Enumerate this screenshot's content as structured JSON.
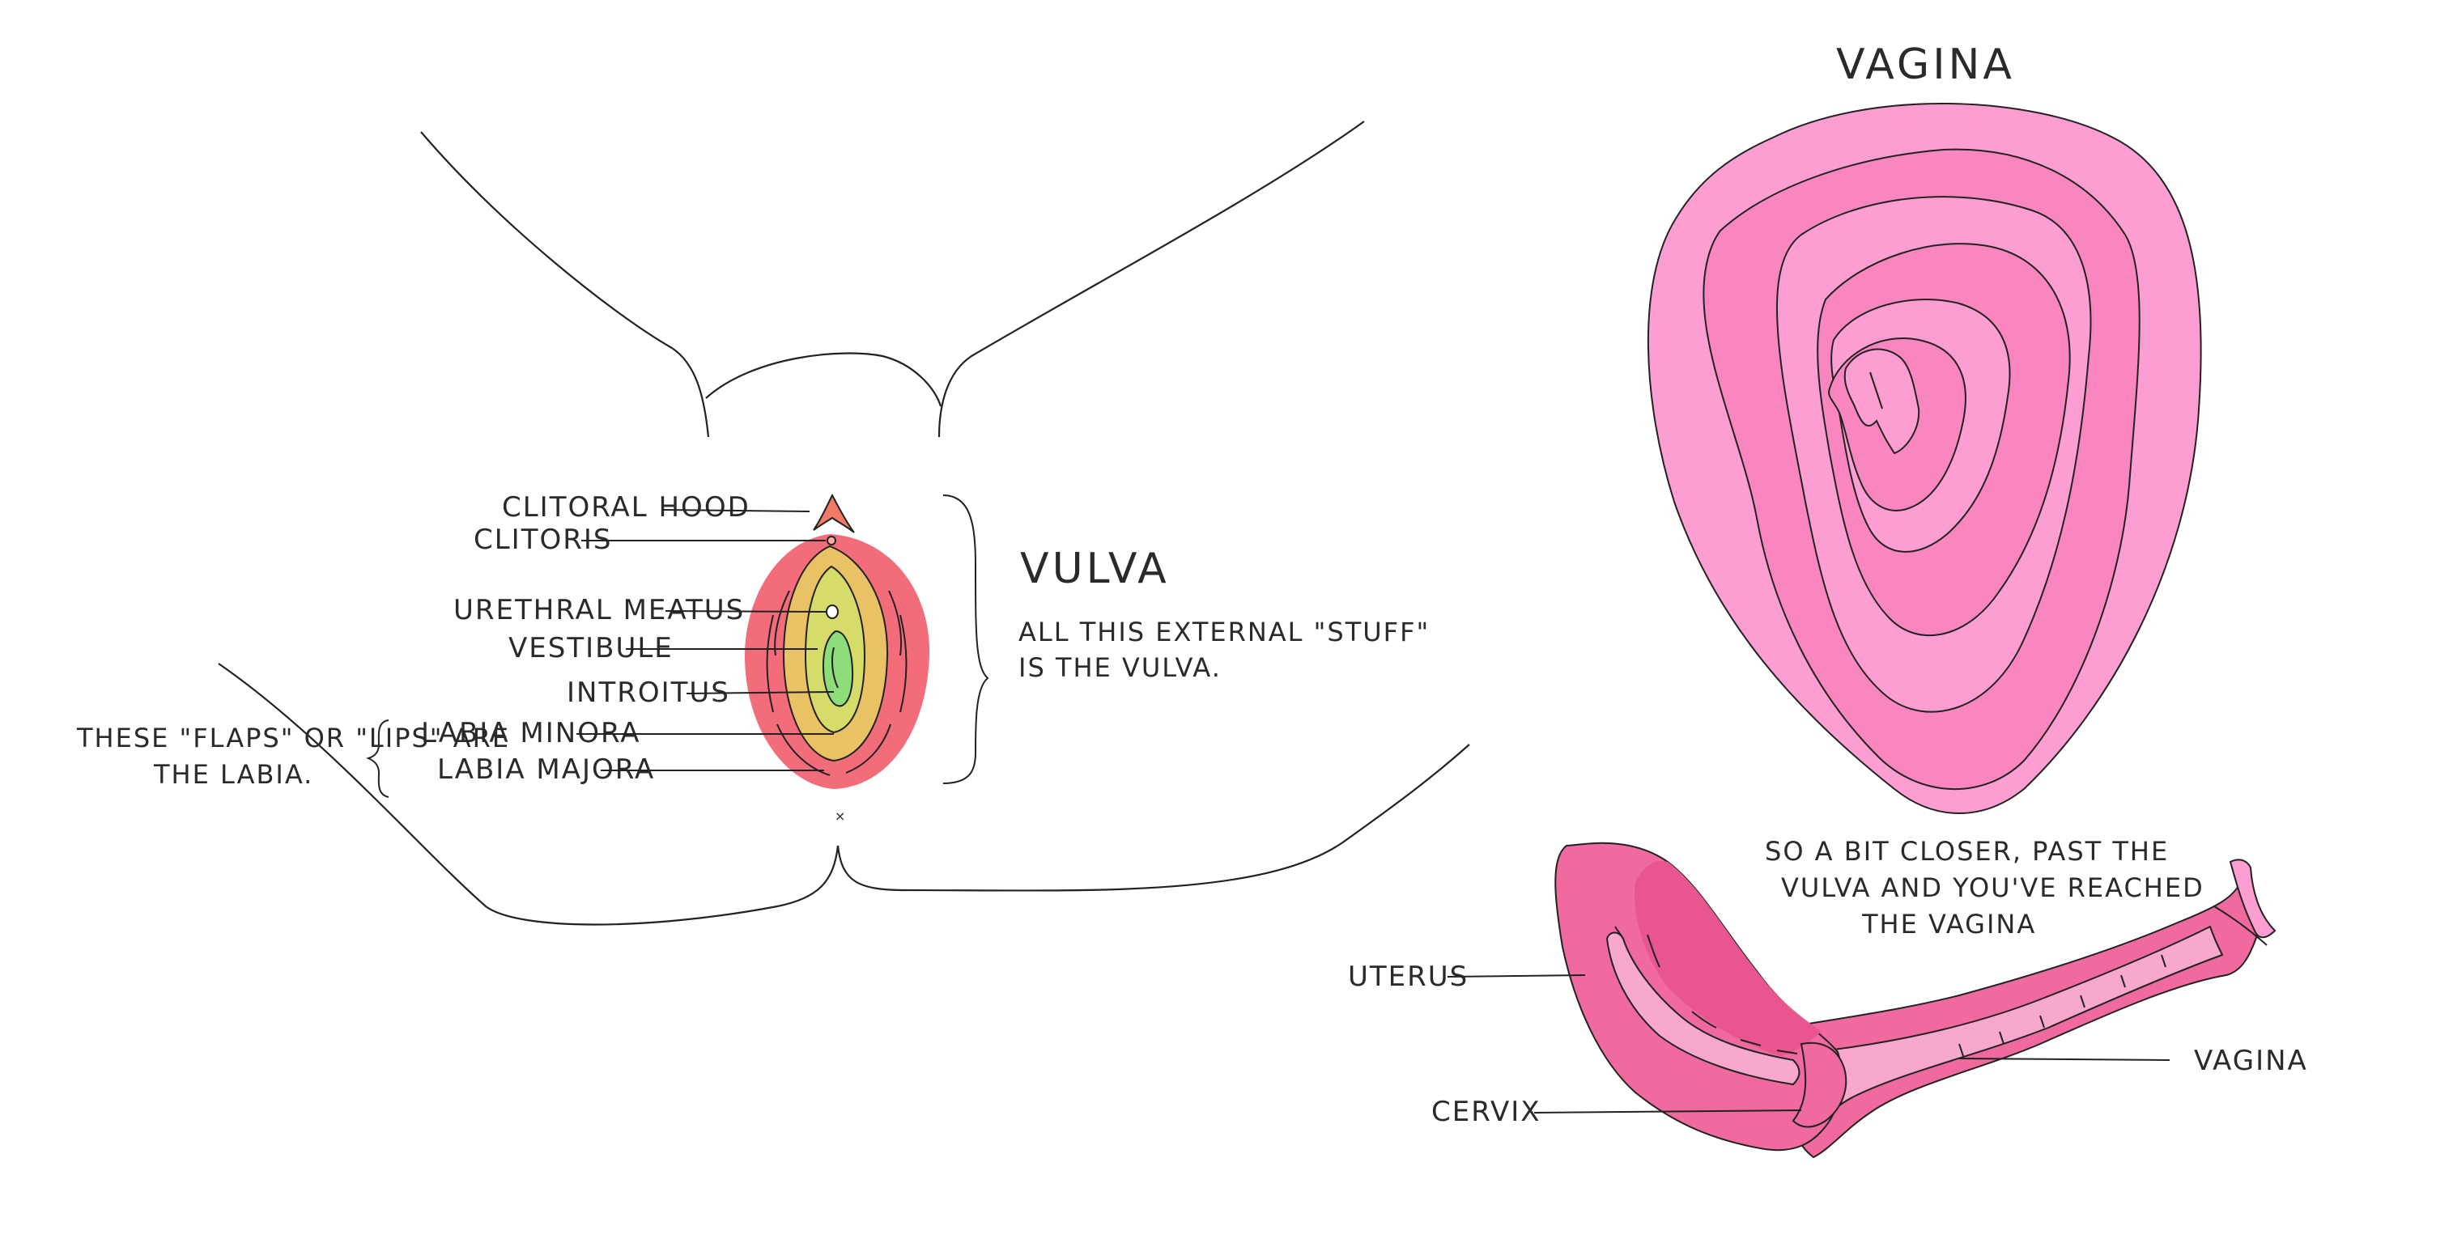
{
  "titles": {
    "vagina": "VAGINA",
    "vulva": "VULVA"
  },
  "vulva_note": [
    "ALL THIS EXTERNAL \"STUFF\"",
    "IS THE VULVA."
  ],
  "labia_note": [
    "THESE \"FLAPS\" OR \"LIPS\" ARE",
    "THE LABIA."
  ],
  "vagina_note": [
    "SO A BIT CLOSER, PAST THE",
    "VULVA AND YOU'VE REACHED",
    "THE VAGINA"
  ],
  "labels": {
    "clitoral_hood": "CLITORAL HOOD",
    "clitoris": "CLITORIS",
    "urethral_meatus": "URETHRAL MEATUS",
    "vestibule": "VESTIBULE",
    "introitus": "INTROITUS",
    "labia_minora": "LABIA MINORA",
    "labia_majora": "LABIA MAJORA",
    "uterus": "UTERUS",
    "cervix": "CERVIX",
    "vagina": "VAGINA"
  },
  "colors": {
    "labia_majora": "#f36c7a",
    "labia_minora": "#e9c266",
    "vestibule": "#d6dc6a",
    "introitus": "#8fdc7a",
    "clitoral_hood": "#f07a63",
    "vagina_outer": "#fc9ed2",
    "vagina_mid": "#fa86bf",
    "uterus": "#f06a9f",
    "uterus_dark": "#e8558f",
    "canal_light": "#f7a8cc"
  }
}
